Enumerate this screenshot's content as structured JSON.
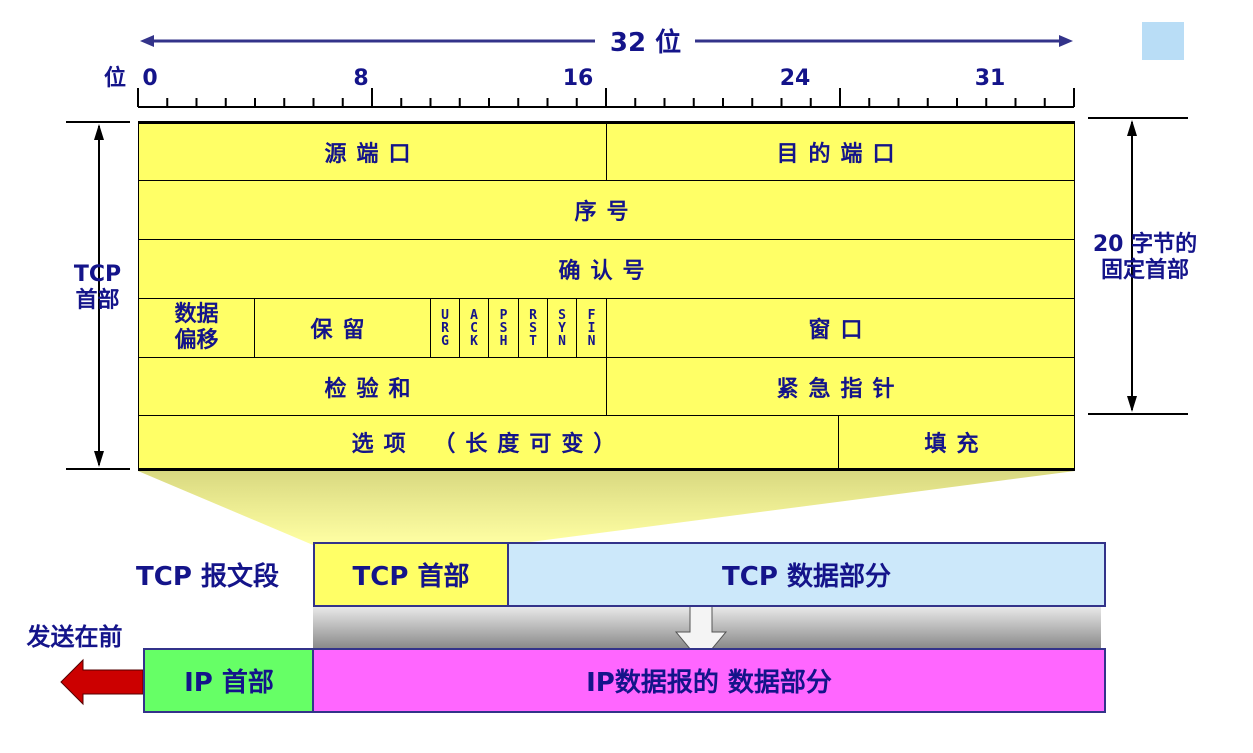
{
  "ruler": {
    "width_label": "32 位",
    "bit_label": "位",
    "ticks": [
      "0",
      "8",
      "16",
      "24",
      "31"
    ]
  },
  "left_label": [
    "TCP",
    "首部"
  ],
  "right_label": [
    "20 字节的",
    "固定首部"
  ],
  "fields": {
    "src_port": "源端口",
    "dst_port": "目的端口",
    "seq": "序号",
    "ack": "确认号",
    "offset": [
      "数据",
      "偏移"
    ],
    "reserved": "保留",
    "flags": [
      "URG",
      "ACK",
      "PSH",
      "RST",
      "SYN",
      "FIN"
    ],
    "window": "窗口",
    "checksum": "检验和",
    "urgent": "紧急指针",
    "options": "选项 （长度可变）",
    "padding": "填充"
  },
  "segment": {
    "label": "TCP 报文段",
    "header": "TCP 首部",
    "data": "TCP 数据部分"
  },
  "ip": {
    "send_first": "发送在前",
    "header": "IP 首部",
    "data": "IP数据报的 数据部分"
  },
  "colors": {
    "header": "#ffff66",
    "tcp_data": "#cce8fa",
    "ip_header": "#66ff66",
    "ip_data": "#ff66ff",
    "text": "#14148a",
    "arrow": "#cc0000"
  }
}
